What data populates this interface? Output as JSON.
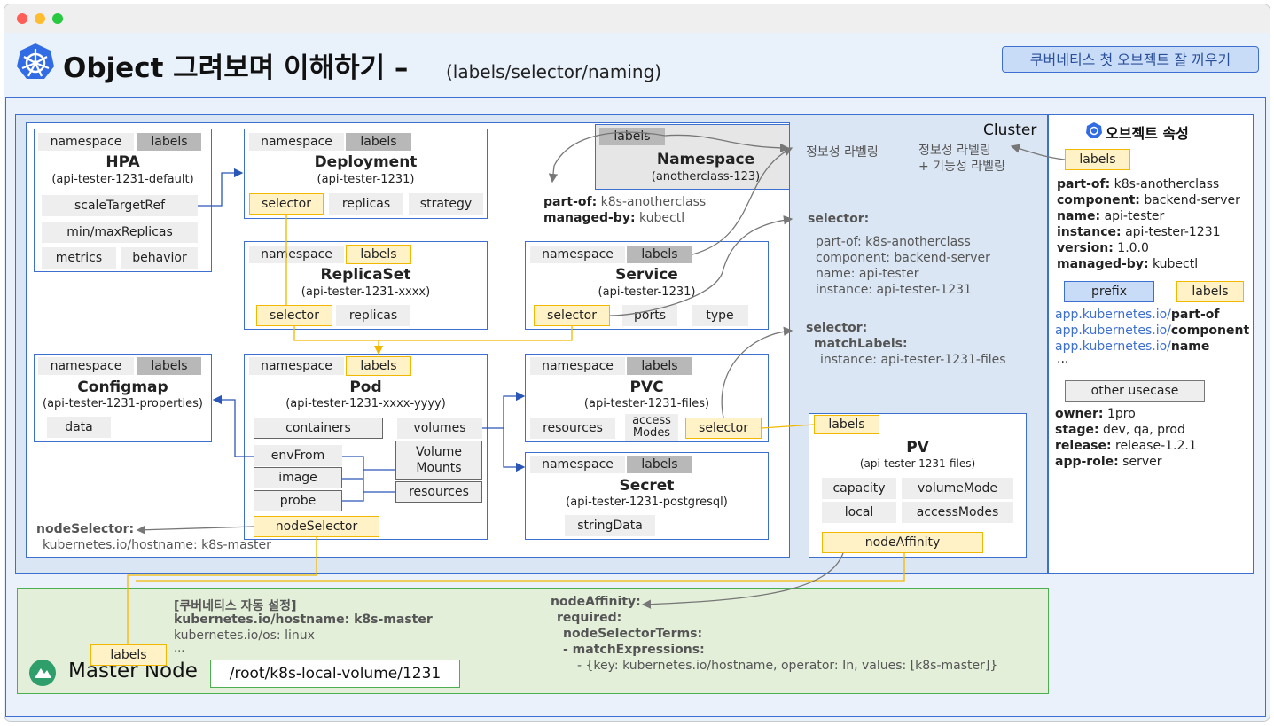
{
  "title": {
    "main": "Object 그려보며 이해하기 –",
    "sub": "(labels/selector/naming)",
    "badge": "쿠버네티스 첫 오브젝트 잘 끼우기"
  },
  "tags": {
    "namespace": "namespace",
    "labels": "labels",
    "selector": "selector"
  },
  "cluster": {
    "label": "Cluster"
  },
  "hpa": {
    "title": "HPA",
    "name": "(api-tester-1231-default)",
    "items": [
      "scaleTargetRef",
      "min/maxReplicas",
      "metrics",
      "behavior"
    ]
  },
  "deployment": {
    "title": "Deployment",
    "name": "(api-tester-1231)",
    "items": [
      "replicas",
      "strategy"
    ]
  },
  "namespace_obj": {
    "title": "Namespace",
    "name": "(anotherclass-123)"
  },
  "ns_labels": [
    {
      "key": "part-of:",
      "value": "k8s-anotherclass"
    },
    {
      "key": "managed-by:",
      "value": "kubectl"
    }
  ],
  "replicaset": {
    "title": "ReplicaSet",
    "name": "(api-tester-1231-xxxx)",
    "items": [
      "replicas"
    ]
  },
  "service": {
    "title": "Service",
    "name": "(api-tester-1231)",
    "items": [
      "ports",
      "type"
    ]
  },
  "configmap": {
    "title": "Configmap",
    "name": "(api-tester-1231-properties)",
    "items": [
      "data"
    ]
  },
  "pod": {
    "title": "Pod",
    "name": "(api-tester-1231-xxxx-yyyy)",
    "containers": "containers",
    "volumes": "volumes",
    "envFrom": "envFrom",
    "image": "image",
    "probe": "probe",
    "volumeMounts": "Volume Mounts",
    "resources": "resources",
    "nodeSelector": "nodeSelector"
  },
  "pvc": {
    "title": "PVC",
    "name": "(api-tester-1231-files)",
    "resources": "resources",
    "accessModes": "access Modes"
  },
  "secret": {
    "title": "Secret",
    "name": "(api-tester-1231-postgresql)",
    "items": [
      "stringData"
    ]
  },
  "pv": {
    "title": "PV",
    "name": "(api-tester-1231-files)",
    "items": [
      "capacity",
      "volumeMode",
      "local",
      "accessModes"
    ],
    "nodeAffinity": "nodeAffinity"
  },
  "info": {
    "info_labeling": "정보성 라벨링",
    "info_func_labeling_1": "정보성 라벨링",
    "info_func_labeling_2": "+ 기능성 라벨링"
  },
  "svc_selector": {
    "heading": "selector:",
    "lines": [
      "part-of: k8s-anotherclass",
      "component: backend-server",
      "name: api-tester",
      "instance: api-tester-1231"
    ]
  },
  "pvc_selector": {
    "heading": "selector:",
    "match": "matchLabels:",
    "line": "instance: api-tester-1231-files"
  },
  "node_selector": {
    "heading": "nodeSelector:",
    "line": "kubernetes.io/hostname: k8s-master"
  },
  "attrs": {
    "heading": "오브젝트 속성",
    "labels_tag": "labels",
    "lines": [
      {
        "key": "part-of:",
        "value": "k8s-anotherclass"
      },
      {
        "key": "component:",
        "value": "backend-server"
      },
      {
        "key": "name:",
        "value": "api-tester"
      },
      {
        "key": "instance:",
        "value": "api-tester-1231"
      },
      {
        "key": "version:",
        "value": "1.0.0"
      },
      {
        "key": "managed-by:",
        "value": "kubectl"
      }
    ],
    "prefix_tag": "prefix",
    "labels_tag2": "labels",
    "prefix_lines": [
      {
        "prefix": "app.kubernetes.io/",
        "name": "part-of"
      },
      {
        "prefix": "app.kubernetes.io/",
        "name": "component"
      },
      {
        "prefix": "app.kubernetes.io/",
        "name": "name"
      }
    ],
    "ellipsis": "...",
    "other_usecase": "other usecase",
    "other_lines": [
      {
        "key": "owner:",
        "value": "1pro"
      },
      {
        "key": "stage:",
        "value": "dev, qa, prod"
      },
      {
        "key": "release:",
        "value": "release-1.2.1"
      },
      {
        "key": "app-role:",
        "value": "server"
      }
    ]
  },
  "master": {
    "label": "Master Node",
    "path": "/root/k8s-local-volume/1231",
    "labels_tag": "labels",
    "auto_heading": "[쿠버네티스 자동 설정]",
    "auto_line1": "kubernetes.io/hostname: k8s-master",
    "auto_line2": "kubernetes.io/os: linux",
    "auto_ellipsis": "...",
    "affinity_lines": [
      "nodeAffinity:",
      "required:",
      "nodeSelectorTerms:",
      "- matchExpressions:",
      "- {key: kubernetes.io/hostname, operator: In, values: [k8s-master]}"
    ]
  },
  "colors": {
    "accent_blue": "#3c6fcf",
    "highlight_yellow": "#fff2c7",
    "yellow_border": "#f2b800",
    "master_green": "#e3efd9",
    "k8s_blue": "#326ce5"
  }
}
